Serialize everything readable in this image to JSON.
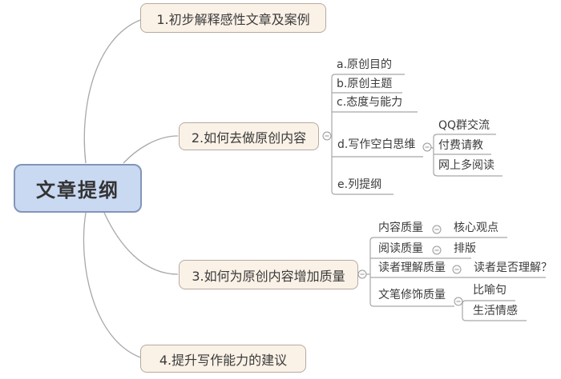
{
  "root": {
    "label": "文章提纲"
  },
  "branches": [
    {
      "label": "1.初步解释感性文章及案例"
    },
    {
      "label": "2.如何去做原创内容",
      "children": [
        {
          "label": "a.原创目的"
        },
        {
          "label": "b.原创主题"
        },
        {
          "label": "c.态度与能力"
        },
        {
          "label": "d.写作空白思维",
          "children": [
            {
              "label": "QQ群交流"
            },
            {
              "label": "付费请教"
            },
            {
              "label": "网上多阅读"
            }
          ]
        },
        {
          "label": "e.列提纲"
        }
      ]
    },
    {
      "label": "3.如何为原创内容增加质量",
      "children": [
        {
          "label": "内容质量",
          "children": [
            {
              "label": "核心观点"
            }
          ]
        },
        {
          "label": "阅读质量",
          "children": [
            {
              "label": "排版"
            }
          ]
        },
        {
          "label": "读者理解质量",
          "children": [
            {
              "label": "读者是否理解？"
            }
          ]
        },
        {
          "label": "文笔修饰质量",
          "children": [
            {
              "label": "比喻句"
            },
            {
              "label": "生活情感"
            }
          ]
        }
      ]
    },
    {
      "label": "4.提升写作能力的建议"
    }
  ],
  "colors": {
    "root_fill": "#c9d9f2",
    "root_border": "#8494b8",
    "branch_fill": "#faf1e7",
    "branch_border": "#b5aaa0",
    "connector_line": "#a8a8a8",
    "text": "#3b3b3b",
    "toggle_fill": "#fafafa",
    "toggle_border": "#9a9a9a"
  }
}
